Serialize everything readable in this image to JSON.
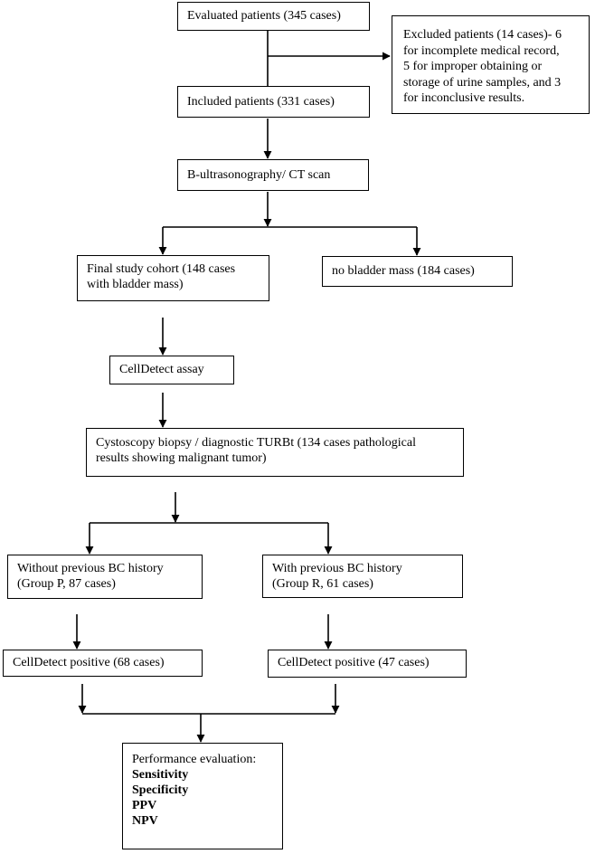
{
  "flowchart": {
    "evaluated": "Evaluated patients (345 cases)",
    "excluded": "Excluded patients (14 cases)- 6\nfor incomplete medical record,\n5 for improper obtaining or\nstorage of urine samples, and 3\nfor inconclusive results.",
    "included": "Included patients (331 cases)",
    "imaging": "B-ultrasonography/ CT scan",
    "final_cohort": "Final study cohort (148 cases\nwith bladder mass)",
    "no_mass": "no bladder mass (184 cases)",
    "assay": "CellDetect assay",
    "cystoscopy": "Cystoscopy biopsy / diagnostic TURBt (134 cases pathological\nresults showing malignant tumor)",
    "group_p": "Without previous BC history\n(Group P, 87 cases)",
    "group_r": "With previous BC history\n(Group R, 61 cases)",
    "positive_p": "CellDetect positive (68 cases)",
    "positive_r": "CellDetect positive (47 cases)",
    "performance": {
      "title": "Performance evaluation:",
      "metrics": [
        "Sensitivity",
        "Specificity",
        "PPV",
        "NPV"
      ]
    }
  }
}
